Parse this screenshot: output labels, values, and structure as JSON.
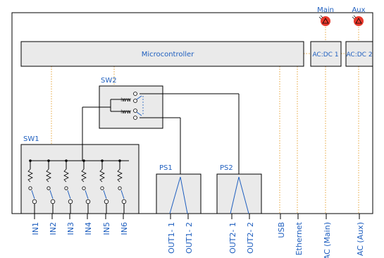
{
  "microcontroller": {
    "label": "Microcontroller"
  },
  "acdc": [
    {
      "label": "AC:DC 1"
    },
    {
      "label": "AC:DC 2"
    }
  ],
  "indicators": [
    {
      "label": "Main",
      "color": "#e8392c"
    },
    {
      "label": "Aux",
      "color": "#e8392c"
    }
  ],
  "sw1": {
    "label": "SW1"
  },
  "sw2": {
    "label": "SW2"
  },
  "ps1": {
    "label": "PS1"
  },
  "ps2": {
    "label": "PS2"
  },
  "bottom_labels": [
    "IN1",
    "IN2",
    "IN3",
    "IN4",
    "IN5",
    "IN6",
    "OUT1- 1",
    "OUT1- 2",
    "OUT2- 1",
    "OUT2- 2",
    "USB",
    "Ethernet",
    "AC (Main)",
    "AC (Aux)"
  ],
  "colors": {
    "accent": "#1f5fbf",
    "dotted": "#e6a43a",
    "box_fill": "#eaeaea",
    "led": "#e8392c"
  }
}
